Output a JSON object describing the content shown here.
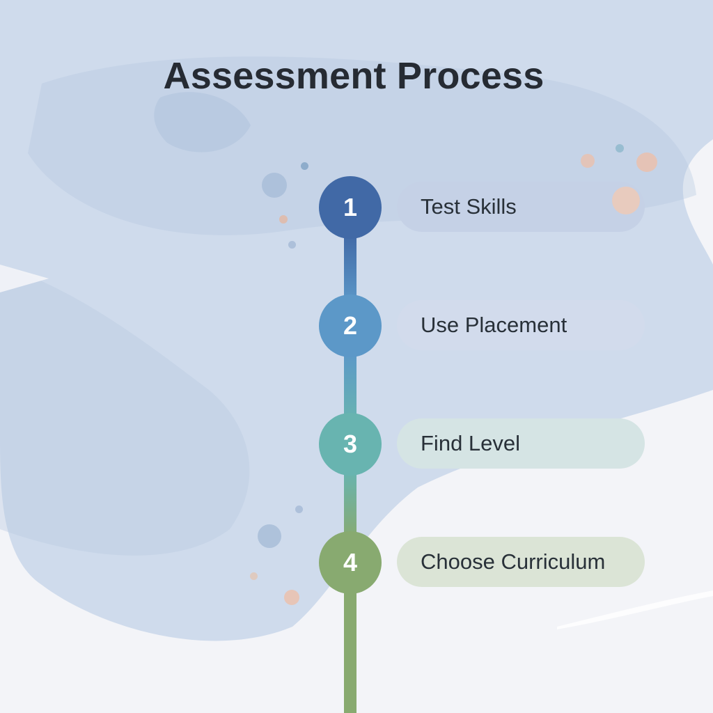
{
  "title": "Assessment Process",
  "steps": [
    {
      "number": "1",
      "label": "Test Skills",
      "color": "#4169a6",
      "pill_color": "#c5d1e6"
    },
    {
      "number": "2",
      "label": "Use Placement",
      "color": "#5c98c8",
      "pill_color": "#d2dbec"
    },
    {
      "number": "3",
      "label": "Find Level",
      "color": "#68b4b0",
      "pill_color": "#d5e4e4"
    },
    {
      "number": "4",
      "label": "Choose Curriculum",
      "color": "#88aa70",
      "pill_color": "#dbe4d6"
    }
  ],
  "colors": {
    "background": "#f3f4f8",
    "watercolor_wash": "#c5d5e8",
    "accent_peach": "#ecbfaa",
    "title_text": "#262b33"
  }
}
